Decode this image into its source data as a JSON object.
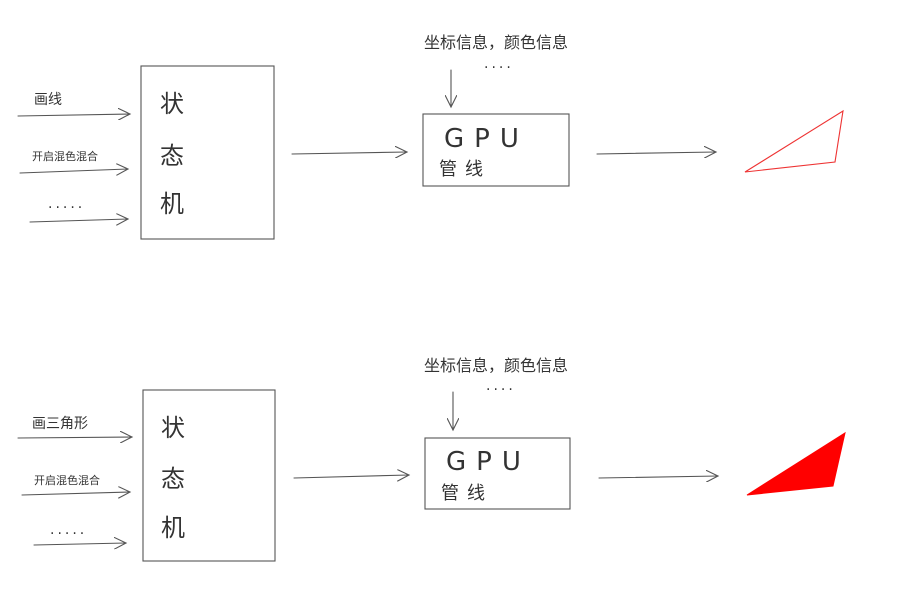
{
  "panels": [
    {
      "inputs": [
        "画线",
        "开启混色混合",
        "....."
      ],
      "state_machine": [
        "状",
        "态",
        "机"
      ],
      "gpu_info": "坐标信息，颜色信息",
      "gpu_info_more": "....",
      "gpu_title": "GPU",
      "gpu_subtitle": "管线",
      "result": {
        "shape": "triangle-outline",
        "color": "#ee3333"
      }
    },
    {
      "inputs": [
        "画三角形",
        "开启混色混合",
        "....."
      ],
      "state_machine": [
        "状",
        "态",
        "机"
      ],
      "gpu_info": "坐标信息，颜色信息",
      "gpu_info_more": "....",
      "gpu_title": "GPU",
      "gpu_subtitle": "管线",
      "result": {
        "shape": "triangle-filled",
        "color": "#ff0000"
      }
    }
  ]
}
